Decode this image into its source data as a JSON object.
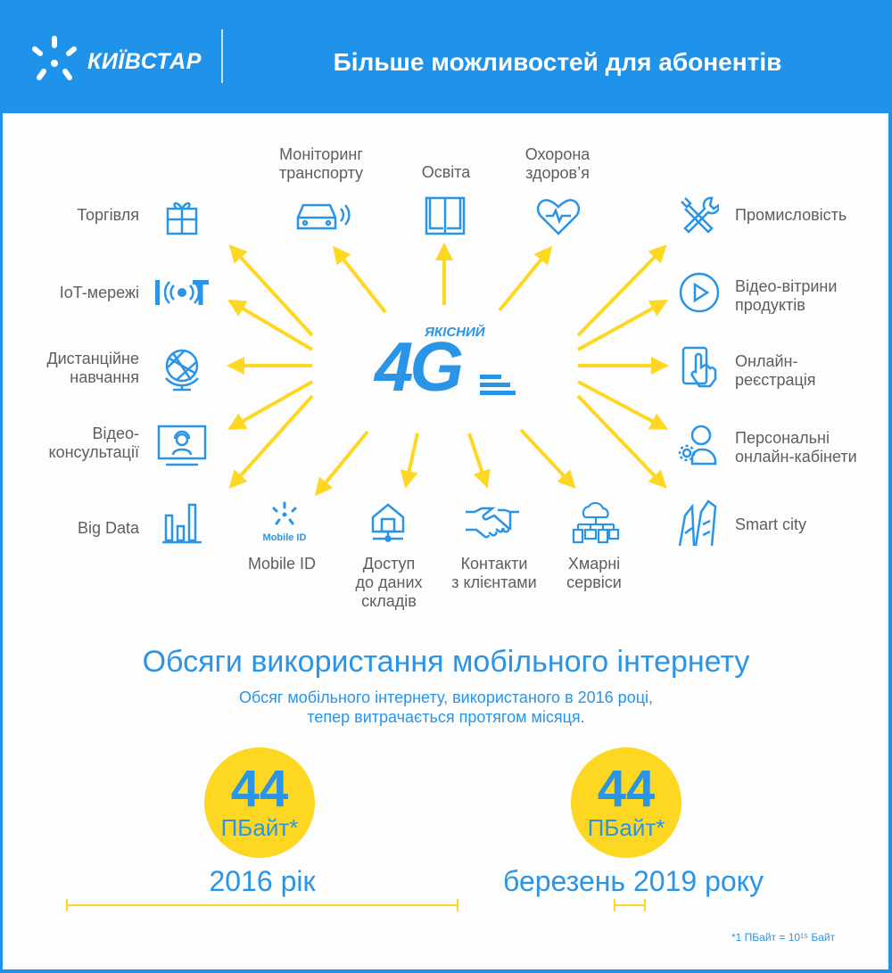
{
  "header": {
    "brand": "КИЇВСТАР",
    "title": "Більше можливостей для абонентів"
  },
  "center": {
    "big": "4G",
    "tag": "ЯКІСНИЙ"
  },
  "labels": {
    "trade": "Торгівля",
    "iot": "IoT-мережі",
    "distance_1": "Дистанційне",
    "distance_2": "навчання",
    "video_consult_1": "Відео-",
    "video_consult_2": "консультації",
    "bigdata": "Big Data",
    "monitoring_1": "Моніторинг",
    "monitoring_2": "транспорту",
    "education": "Освіта",
    "health_1": "Охорона",
    "health_2": "здоров’я",
    "industry": "Промисловість",
    "showcase_1": "Відео-вітрини",
    "showcase_2": "продуктів",
    "registration_1": "Онлайн-",
    "registration_2": "реєстрація",
    "cabinets_1": "Персональні",
    "cabinets_2": "онлайн-кабінети",
    "smartcity": "Smart city",
    "mobileid": "Mobile ID",
    "mobileid_icon_text": "Mobile ID",
    "warehouse_1": "Доступ",
    "warehouse_2": "до даних",
    "warehouse_3": "складів",
    "contacts_1": "Контакти",
    "contacts_2": "з клієнтами",
    "cloud_1": "Хмарні",
    "cloud_2": "сервіси"
  },
  "stats": {
    "title": "Обсяги використання мобільного інтернету",
    "subtitle_1": "Обсяг мобільного інтернету, використаного в 2016 році,",
    "subtitle_2": "тепер витрачається протягом місяця.",
    "left": {
      "value": "44",
      "unit": "ПБайт*",
      "period": "2016 рік"
    },
    "right": {
      "value": "44",
      "unit": "ПБайт*",
      "period": "березень 2019 року"
    },
    "footnote": "*1 ПБайт = 10¹⁵ Байт"
  },
  "colors": {
    "accent_blue": "#2a94e7",
    "header_blue": "#1f93ea",
    "yellow": "#fdd721",
    "label_gray": "#5e5e5e"
  },
  "icons": [
    "gift-icon",
    "iot-icon",
    "globe-icon",
    "monitor-person-icon",
    "bar-chart-icon",
    "car-icon",
    "book-icon",
    "heart-pulse-icon",
    "tools-icon",
    "play-icon",
    "touch-phone-icon",
    "user-gear-icon",
    "city-icon",
    "mobile-id-icon",
    "house-network-icon",
    "handshake-icon",
    "cloud-devices-icon"
  ]
}
